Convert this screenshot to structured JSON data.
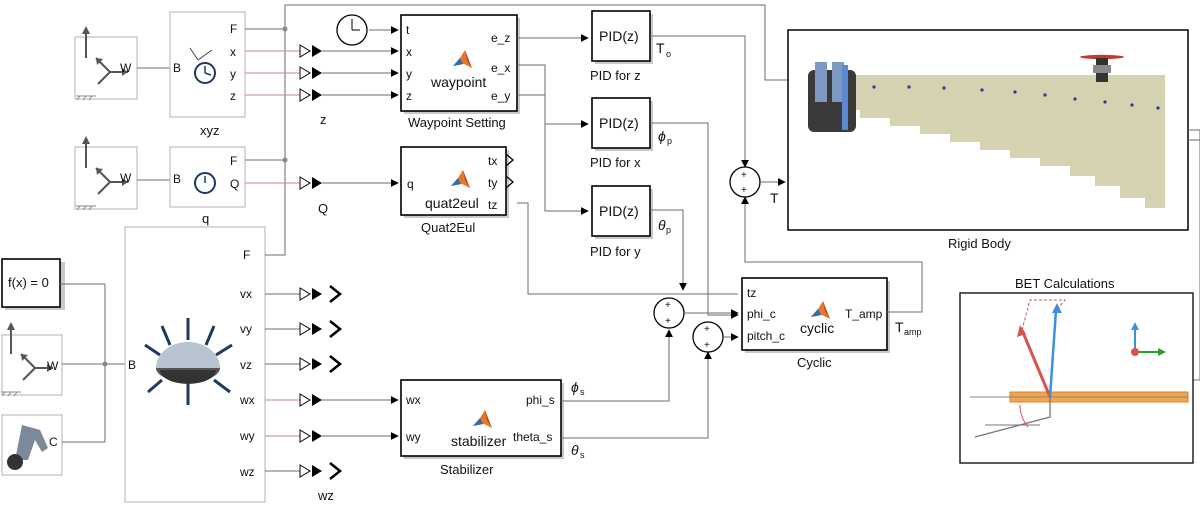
{
  "blocks": {
    "xyz": {
      "label": "xyz",
      "in_port": "B",
      "out_ports": [
        "F",
        "x",
        "y",
        "z"
      ]
    },
    "q": {
      "label": "q",
      "in_port": "B",
      "out_ports": [
        "F",
        "Q"
      ]
    },
    "fx": {
      "label": "f(x) = 0"
    },
    "body": {
      "in_port": "B",
      "out_ports": [
        "F",
        "vx",
        "vy",
        "vz",
        "wx",
        "wy",
        "wz"
      ]
    },
    "frame_W": "W",
    "joint_C": "C",
    "waypoint": {
      "caption": "Waypoint Setting",
      "name": "waypoint",
      "in_ports": [
        "t",
        "x",
        "y",
        "z"
      ],
      "out_ports": [
        "e_z",
        "e_x",
        "e_y"
      ]
    },
    "quat2eul": {
      "caption": "Quat2Eul",
      "name": "quat2eul",
      "in_port": "q",
      "out_ports": [
        "tx",
        "ty",
        "tz"
      ]
    },
    "stabilizer": {
      "caption": "Stabilizer",
      "name": "stabilizer",
      "in_ports": [
        "wx",
        "wy"
      ],
      "out_ports": [
        "phi_s",
        "theta_s"
      ]
    },
    "cyclic": {
      "caption": "Cyclic",
      "name": "cyclic",
      "in_ports": [
        "tz",
        "phi_c",
        "pitch_c"
      ],
      "out_port": "T_amp"
    },
    "pid_z": {
      "text": "PID(z)",
      "caption": "PID for z"
    },
    "pid_x": {
      "text": "PID(z)",
      "caption": "PID for x"
    },
    "pid_y": {
      "text": "PID(z)",
      "caption": "PID for y"
    },
    "rigid_body": {
      "caption": "Rigid Body"
    },
    "bet": {
      "title": "BET Calculations"
    }
  },
  "signals": {
    "z": "z",
    "Q": "Q",
    "T": "T",
    "wz": "wz",
    "To": "T",
    "To_sub": "o",
    "phi_p": "ϕ",
    "phi_p_sub": "p",
    "theta_p": "θ",
    "theta_p_sub": "p",
    "phi_s": "ϕ",
    "phi_s_sub": "s",
    "theta_s": "θ",
    "theta_s_sub": "s",
    "Tamp": "T",
    "Tamp_sub": "amp",
    "sum_sign": "+"
  },
  "colors": {
    "matlab_orange": "#e8772e",
    "terrain": "#d4d2b0",
    "arrow_red": "#d9534f",
    "arrow_blue": "#3f8fe0",
    "arrow_green": "#2ca02c",
    "bar_orange": "#f2a54a",
    "icon_navy": "#1f3a5f"
  }
}
